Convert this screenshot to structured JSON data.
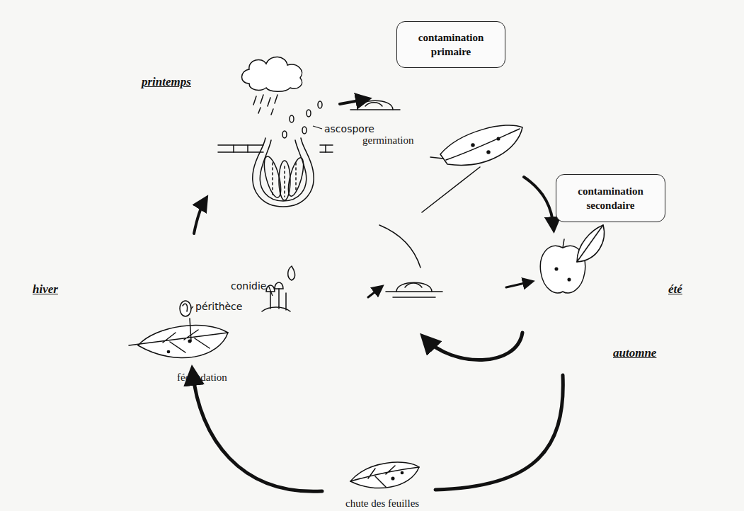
{
  "diagram": {
    "nodes": [
      {
        "text": [
          "contamination primaire"
        ]
      },
      {
        "text": [
          "contamination secondaire"
        ]
      }
    ],
    "labels": [
      "printemps",
      "ascospore",
      "germination",
      "été",
      "conidie",
      "périthèce",
      "hiver",
      "fécondation",
      "automne",
      "chute des feuilles"
    ]
  }
}
